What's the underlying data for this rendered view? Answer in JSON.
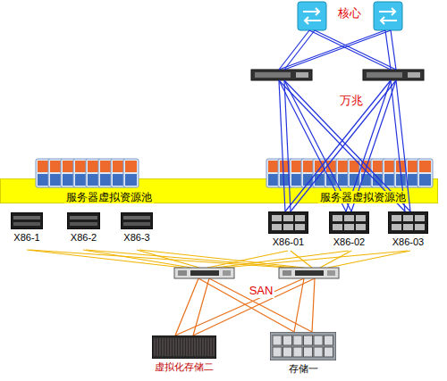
{
  "diagram": {
    "nodes": [
      {
        "text": [
          "服务器虚拟资源池",
          "服务器虚拟资源池"
        ]
      },
      {
        "text": [
          "X86-1"
        ]
      },
      {
        "text": [
          "X86-2"
        ]
      },
      {
        "text": [
          "X86-3"
        ]
      },
      {
        "text": [
          "X86-01"
        ]
      },
      {
        "text": [
          "X86-02"
        ]
      },
      {
        "text": [
          "X86-03"
        ]
      },
      {
        "text": [
          "虚拟化存储二"
        ]
      },
      {
        "text": [
          "存储一"
        ]
      }
    ],
    "labels": [
      "核心",
      "万兆",
      "SAN"
    ]
  }
}
